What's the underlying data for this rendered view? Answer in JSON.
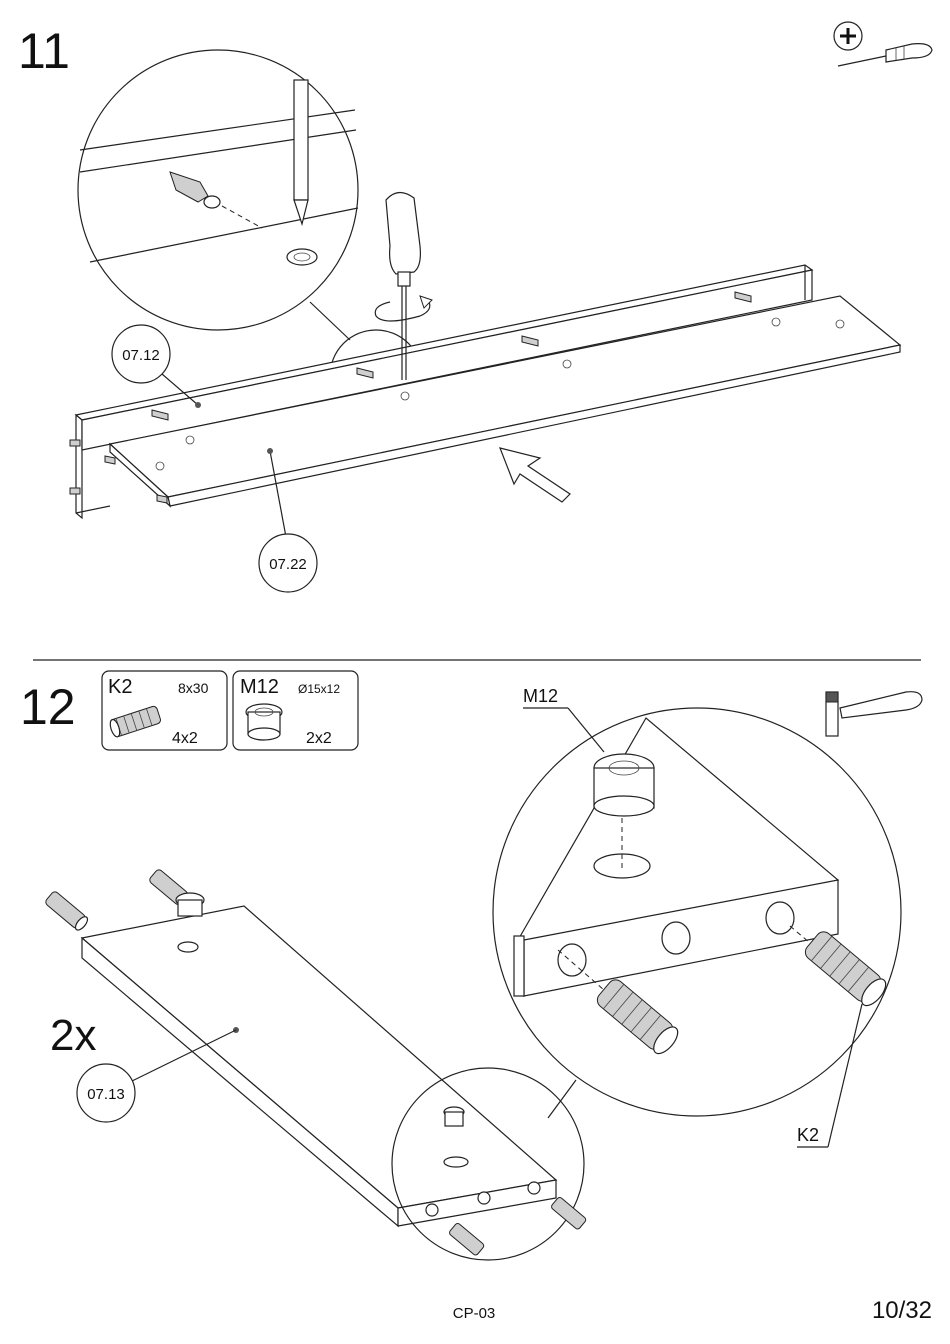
{
  "step11": {
    "number": "11",
    "labels": {
      "part_a": "07.12",
      "part_b": "07.22"
    }
  },
  "step12": {
    "number": "12",
    "multiplier": "2x",
    "part_label": "07.13",
    "hardware": [
      {
        "code": "K2",
        "size": "8x30",
        "qty": "4x2"
      },
      {
        "code": "M12",
        "size": "Ø15x12",
        "qty": "2x2"
      }
    ],
    "callouts": {
      "cam": "M12",
      "dowel": "K2"
    }
  },
  "footer": {
    "doc_code": "CP-03",
    "page": "10/32"
  }
}
